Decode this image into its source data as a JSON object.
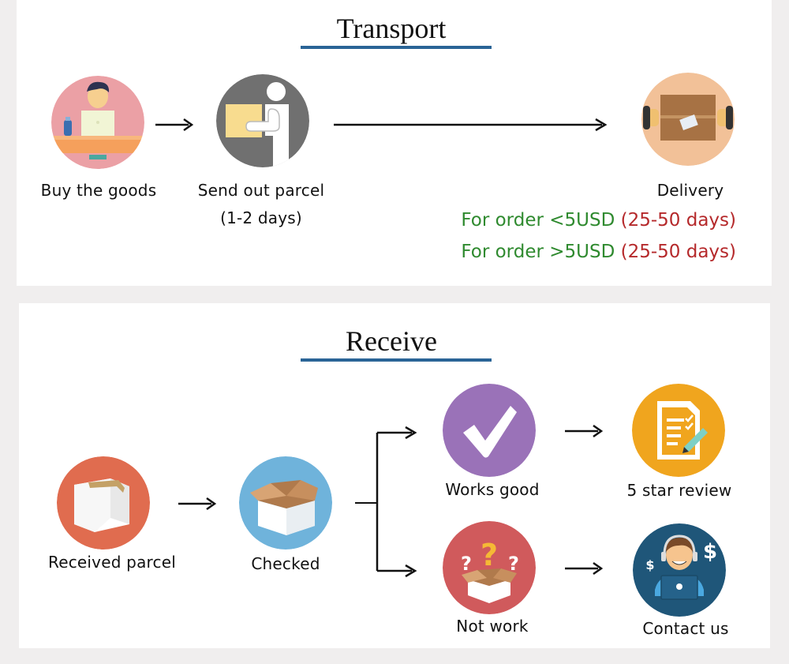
{
  "transport": {
    "title": "Transport",
    "steps": [
      {
        "icon": "buyer-laptop-icon",
        "label": "Buy the goods"
      },
      {
        "icon": "person-carrying-box-icon",
        "label": "Send out parcel",
        "sublabel": "(1-2 days)"
      },
      {
        "icon": "hands-holding-package-icon",
        "label": "Delivery"
      }
    ],
    "delivery_notes": [
      {
        "condition": "For order <5USD",
        "duration": "(25-50 days)"
      },
      {
        "condition": "For order >5USD",
        "duration": "(25-50 days)"
      }
    ]
  },
  "receive": {
    "title": "Receive",
    "steps": [
      {
        "icon": "closed-box-icon",
        "label": "Received parcel"
      },
      {
        "icon": "open-box-icon",
        "label": "Checked"
      },
      {
        "icon": "checkmark-icon",
        "label": "Works good"
      },
      {
        "icon": "document-review-icon",
        "label": "5 star review"
      },
      {
        "icon": "question-box-icon",
        "label": "Not work"
      },
      {
        "icon": "support-agent-icon",
        "label": "Contact us"
      }
    ]
  },
  "colors": {
    "title_underline": "#2a6496",
    "condition_text": "#2f8a2f",
    "duration_text": "#b5292b",
    "panel_bg": "#ffffff",
    "page_bg": "#f0eeee"
  }
}
